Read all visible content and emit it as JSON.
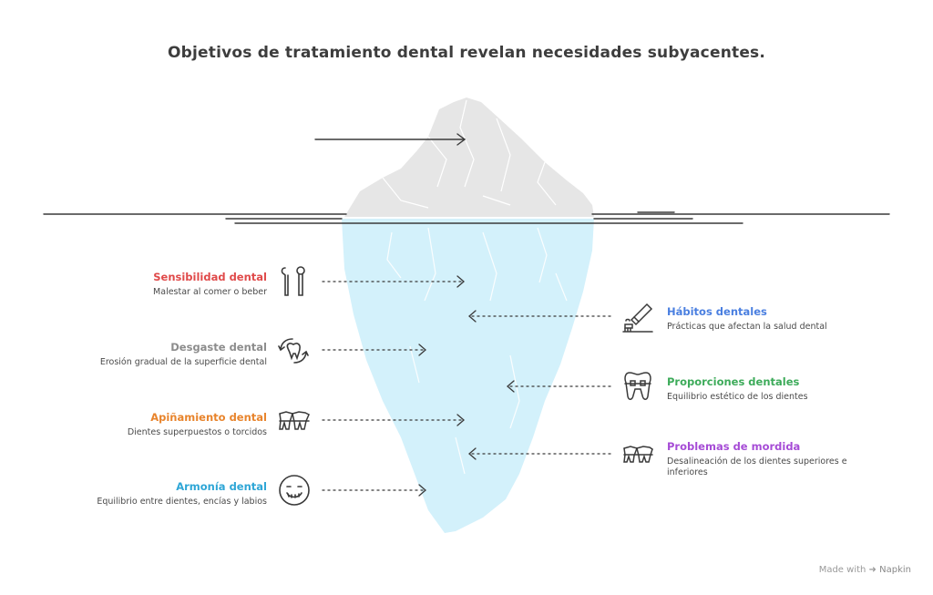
{
  "title": "Objetivos de tratamiento dental revelan necesidades subyacentes.",
  "colors": {
    "sensibilidad": "#e04a4a",
    "desgaste": "#8c8c8c",
    "apinamiento": "#e8842c",
    "armonia": "#2ea6d6",
    "habitos": "#4a7fe0",
    "proporciones": "#3dab5a",
    "mordida": "#a64cd6",
    "iceberg_top": "#e6e6e6",
    "iceberg_bottom": "#d3f1fb"
  },
  "left_items": [
    {
      "heading": "Sensibilidad dental",
      "desc": "Malestar al comer o beber",
      "icon": "dental-tools-icon"
    },
    {
      "heading": "Desgaste dental",
      "desc": "Erosión gradual de la superficie dental",
      "icon": "tooth-erosion-icon"
    },
    {
      "heading": "Apiñamiento dental",
      "desc": "Dientes superpuestos o torcidos",
      "icon": "crowded-teeth-icon"
    },
    {
      "heading": "Armonía dental",
      "desc": "Equilibrio entre dientes, encías y labios",
      "icon": "smiling-face-icon"
    }
  ],
  "right_items": [
    {
      "heading": "Hábitos dentales",
      "desc": "Prácticas que afectan la salud dental",
      "icon": "toothbrush-icon"
    },
    {
      "heading": "Proporciones dentales",
      "desc": "Equilibrio estético de los dientes",
      "icon": "braces-teeth-icon"
    },
    {
      "heading": "Problemas de mordida",
      "desc": "Desalineación de los dientes superiores e inferiores",
      "icon": "bite-teeth-icon"
    }
  ],
  "footer": {
    "made_with": "Made with",
    "brand": "Napkin"
  }
}
